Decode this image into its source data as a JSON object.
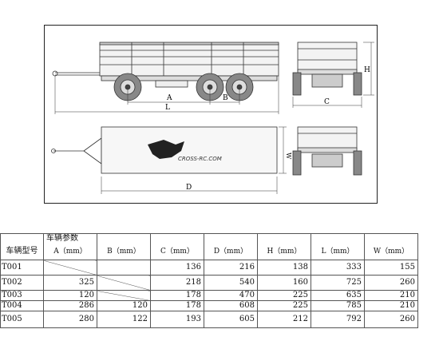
{
  "drawing": {
    "dim_labels": {
      "A": "A",
      "B": "B",
      "C": "C",
      "D": "D",
      "H": "H",
      "L": "L",
      "W": "W"
    },
    "logo_text": "CROSS-RC.COM"
  },
  "table": {
    "corner_label": "车辆型号",
    "group_label": "车辆参数",
    "columns": [
      "A（mm）",
      "B（mm）",
      "C（mm）",
      "D（mm）",
      "H（mm）",
      "L（mm）",
      "W（mm）"
    ],
    "rows": [
      {
        "id": "T001",
        "A": null,
        "B": null,
        "C": "136",
        "D": "216",
        "H": "138",
        "L": "333",
        "W": "155"
      },
      {
        "id": "T002",
        "A": "325",
        "B": null,
        "C": "218",
        "D": "540",
        "H": "160",
        "L": "725",
        "W": "260"
      },
      {
        "id": "T003",
        "A": "120",
        "B": null,
        "C": "178",
        "D": "470",
        "H": "225",
        "L": "635",
        "W": "210"
      },
      {
        "id": "T004",
        "A": "286",
        "B": "120",
        "C": "178",
        "D": "608",
        "H": "225",
        "L": "785",
        "W": "210"
      },
      {
        "id": "T005",
        "A": "280",
        "B": "122",
        "C": "193",
        "D": "605",
        "H": "212",
        "L": "792",
        "W": "260"
      }
    ]
  }
}
